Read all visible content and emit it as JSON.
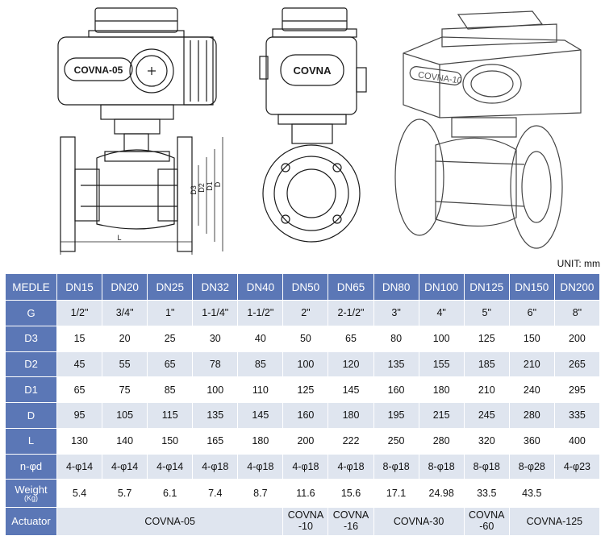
{
  "drawings": {
    "front_label": "COVNA-05",
    "side_label": "COVNA",
    "iso_label": "COVNA-10",
    "dim_D3": "D3",
    "dim_D2": "D2",
    "dim_D1": "D1",
    "dim_D": "D",
    "dim_L": "L"
  },
  "unit": "UNIT: mm",
  "table": {
    "header_label": "MEDLE",
    "columns": [
      "DN15",
      "DN20",
      "DN25",
      "DN32",
      "DN40",
      "DN50",
      "DN65",
      "DN80",
      "DN100",
      "DN125",
      "DN150",
      "DN200"
    ],
    "rows": [
      {
        "label": "G",
        "values": [
          "1/2\"",
          "3/4\"",
          "1\"",
          "1-1/4\"",
          "1-1/2\"",
          "2\"",
          "2-1/2\"",
          "3\"",
          "4\"",
          "5\"",
          "6\"",
          "8\""
        ]
      },
      {
        "label": "D3",
        "values": [
          "15",
          "20",
          "25",
          "30",
          "40",
          "50",
          "65",
          "80",
          "100",
          "125",
          "150",
          "200"
        ]
      },
      {
        "label": "D2",
        "values": [
          "45",
          "55",
          "65",
          "78",
          "85",
          "100",
          "120",
          "135",
          "155",
          "185",
          "210",
          "265"
        ]
      },
      {
        "label": "D1",
        "values": [
          "65",
          "75",
          "85",
          "100",
          "110",
          "125",
          "145",
          "160",
          "180",
          "210",
          "240",
          "295"
        ]
      },
      {
        "label": "D",
        "values": [
          "95",
          "105",
          "115",
          "135",
          "145",
          "160",
          "180",
          "195",
          "215",
          "245",
          "280",
          "335"
        ]
      },
      {
        "label": "L",
        "values": [
          "130",
          "140",
          "150",
          "165",
          "180",
          "200",
          "222",
          "250",
          "280",
          "320",
          "360",
          "400"
        ]
      },
      {
        "label": "n-φd",
        "values": [
          "4-φ14",
          "4-φ14",
          "4-φ14",
          "4-φ18",
          "4-φ18",
          "4-φ18",
          "4-φ18",
          "8-φ18",
          "8-φ18",
          "8-φ18",
          "8-φ28",
          "4-φ23"
        ]
      }
    ],
    "weight": {
      "label": "Weight",
      "sub": "(Kg)",
      "values": [
        "5.4",
        "5.7",
        "6.1",
        "7.4",
        "8.7",
        "11.6",
        "15.6",
        "17.1",
        "24.98",
        "33.5",
        "43.5",
        ""
      ]
    },
    "actuator": {
      "label": "Actuator",
      "groups": [
        {
          "text": "COVNA-05",
          "span": 5
        },
        {
          "line1": "COVNA",
          "line2": "-10",
          "span": 1
        },
        {
          "line1": "COVNA",
          "line2": "-16",
          "span": 1
        },
        {
          "text": "COVNA-30",
          "span": 2
        },
        {
          "line1": "COVNA",
          "line2": "-60",
          "span": 1
        },
        {
          "text": "COVNA-125",
          "span": 2
        }
      ]
    }
  }
}
